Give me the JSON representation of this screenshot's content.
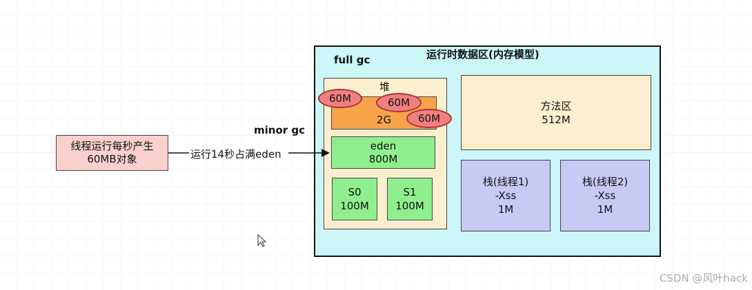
{
  "diagram": {
    "outer_title": "运行时数据区(内存模型)",
    "full_gc": "full gc",
    "minor_gc": "minor gc",
    "source_box": {
      "line1": "线程运行每秒产生",
      "line2": "60MB对象"
    },
    "arrow_label": "运行14秒占满eden",
    "heap": {
      "title": "堆",
      "old_gen": "2G",
      "objects": [
        "60M",
        "60M",
        "60M"
      ],
      "eden": {
        "name": "eden",
        "size": "800M"
      },
      "s0": {
        "name": "S0",
        "size": "100M"
      },
      "s1": {
        "name": "S1",
        "size": "100M"
      }
    },
    "method_area": {
      "name": "方法区",
      "size": "512M"
    },
    "stacks": [
      {
        "name": "栈(线程1)",
        "flag": "-Xss",
        "size": "1M"
      },
      {
        "name": "栈(线程2)",
        "flag": "-Xss",
        "size": "1M"
      }
    ],
    "colors": {
      "runtime_area": "#ccf6f8",
      "source": "#f9d0cc",
      "heap": "#fbefcf",
      "old_gen": "#f6a34a",
      "young_gen": "#8fef8f",
      "stack": "#c9c9f5",
      "object": "#f07f7f"
    }
  },
  "watermark": "CSDN @风叶hack"
}
